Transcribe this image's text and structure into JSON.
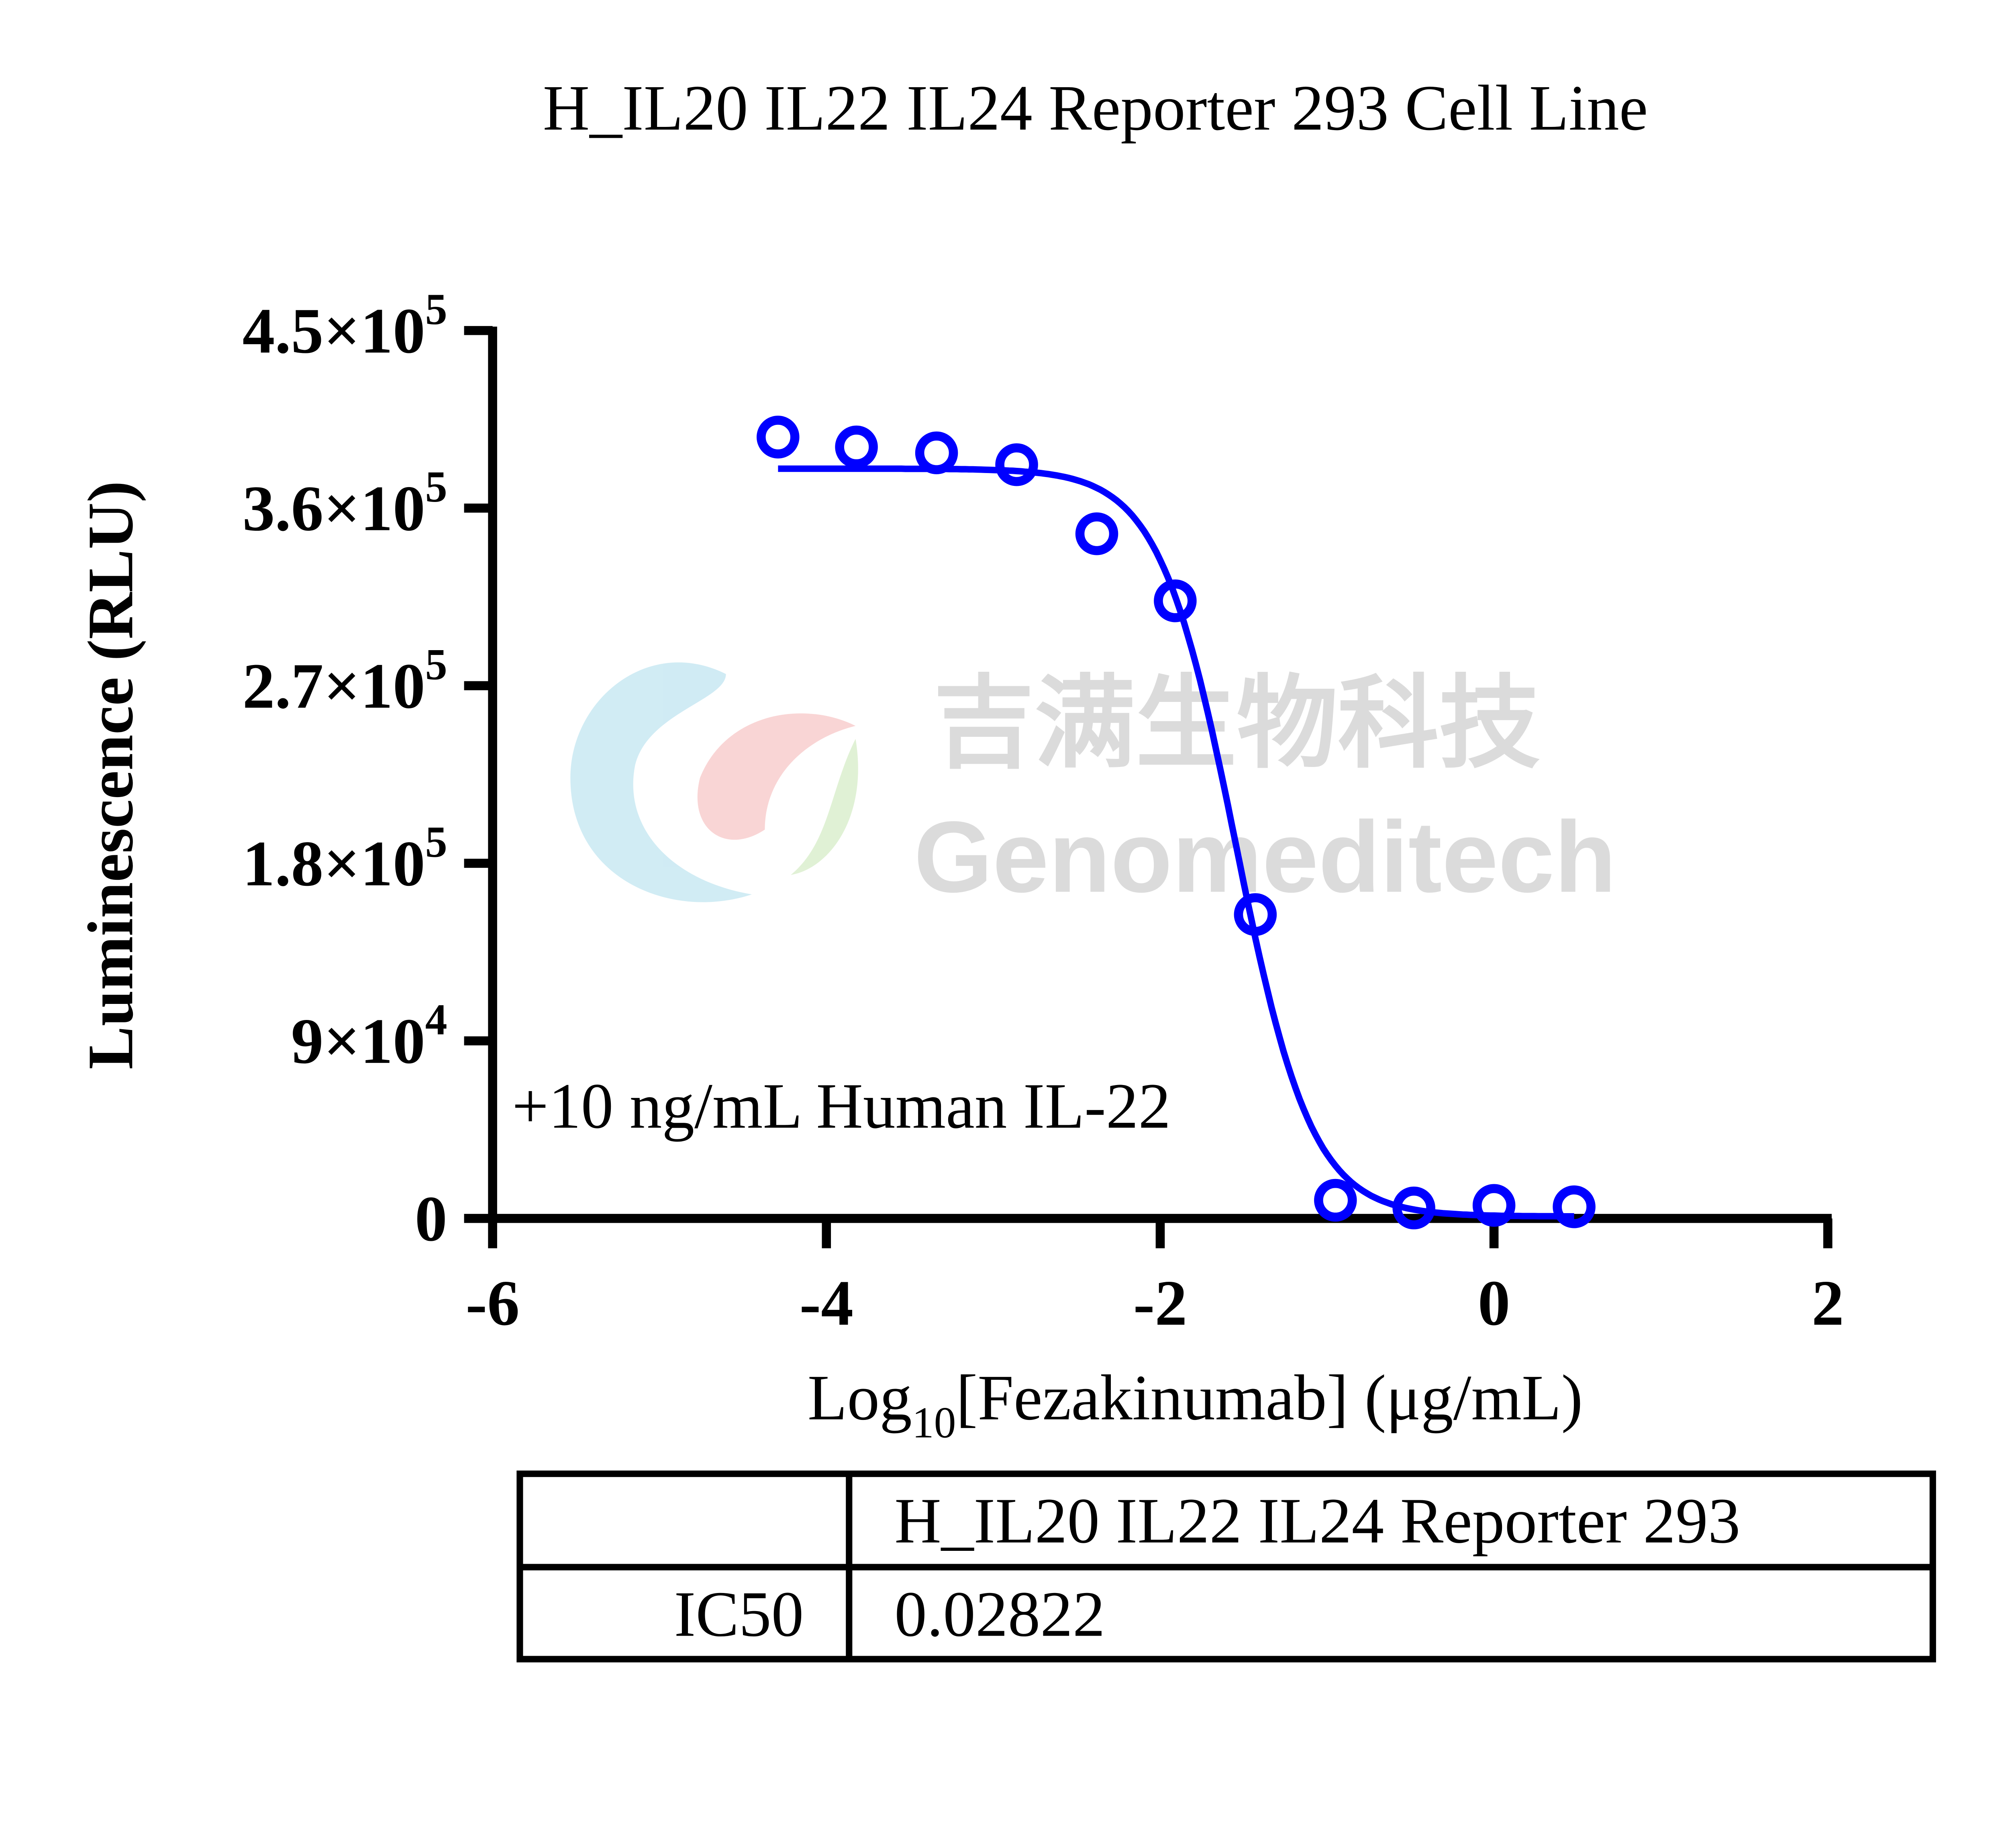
{
  "chart_data": {
    "type": "scatter",
    "title": "H_IL20 IL22 IL24 Reporter 293 Cell Line",
    "xlabel_main": "Log",
    "xlabel_sub": "10",
    "xlabel_rest": "[Fezakinumab] (μg/mL)",
    "ylabel": "Luminescence (RLU)",
    "xlim": [
      -6,
      2
    ],
    "ylim": [
      0,
      450000
    ],
    "x_ticks": [
      -6,
      -4,
      -2,
      0,
      2
    ],
    "x_tick_labels": [
      "-6",
      "-4",
      "-2",
      "0",
      "2"
    ],
    "y_ticks": [
      0,
      90000,
      180000,
      270000,
      360000,
      450000
    ],
    "y_tick_labels": [
      {
        "mant": "0",
        "exp": ""
      },
      {
        "mant": "9×10",
        "exp": "4"
      },
      {
        "mant": "1.8×10",
        "exp": "5"
      },
      {
        "mant": "2.7×10",
        "exp": "5"
      },
      {
        "mant": "3.6×10",
        "exp": "5"
      },
      {
        "mant": "4.5×10",
        "exp": "5"
      }
    ],
    "annotation": "+10 ng/mL Human IL-22",
    "series": [
      {
        "name": "H_IL20 IL22 IL24 Reporter 293",
        "color": "#0000ff",
        "marker": "open-circle",
        "x": [
          -4.29,
          -3.82,
          -3.34,
          -2.86,
          -2.38,
          -1.91,
          -1.43,
          -0.95,
          -0.48,
          0.0,
          0.48
        ],
        "y": [
          396000,
          391000,
          388000,
          382000,
          347000,
          313000,
          154000,
          9200,
          5300,
          6600,
          5900
        ],
        "fit": {
          "model": "4PL",
          "top": 380000,
          "bottom": 1000,
          "logIC50": -1.549,
          "hill": 1.9
        }
      }
    ],
    "results_table": {
      "header": [
        "",
        "H_IL20 IL22 IL24 Reporter 293"
      ],
      "rows": [
        [
          "IC50",
          "0.02822"
        ]
      ]
    }
  },
  "watermark": {
    "cn": "吉满生物科技",
    "en": "Genomeditech"
  }
}
